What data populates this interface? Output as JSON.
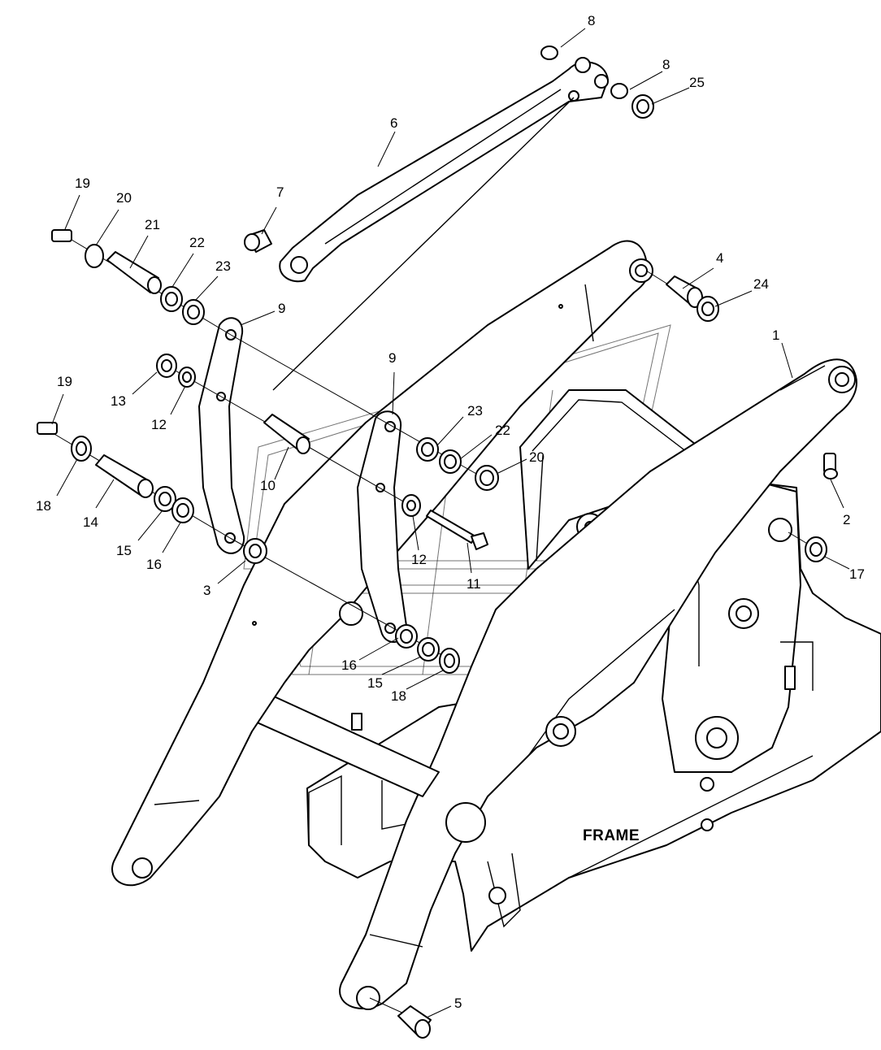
{
  "diagram": {
    "frame_label": "FRAME",
    "callouts": [
      {
        "id": "c8a",
        "text": "8"
      },
      {
        "id": "c8b",
        "text": "8"
      },
      {
        "id": "c25",
        "text": "25"
      },
      {
        "id": "c6",
        "text": "6"
      },
      {
        "id": "c7",
        "text": "7"
      },
      {
        "id": "c19a",
        "text": "19"
      },
      {
        "id": "c20a",
        "text": "20"
      },
      {
        "id": "c21",
        "text": "21"
      },
      {
        "id": "c22a",
        "text": "22"
      },
      {
        "id": "c23a",
        "text": "23"
      },
      {
        "id": "c4",
        "text": "4"
      },
      {
        "id": "c24",
        "text": "24"
      },
      {
        "id": "c9a",
        "text": "9"
      },
      {
        "id": "c9b",
        "text": "9"
      },
      {
        "id": "c1",
        "text": "1"
      },
      {
        "id": "c13",
        "text": "13"
      },
      {
        "id": "c12a",
        "text": "12"
      },
      {
        "id": "c23b",
        "text": "23"
      },
      {
        "id": "c22b",
        "text": "22"
      },
      {
        "id": "c20b",
        "text": "20"
      },
      {
        "id": "c19b",
        "text": "19"
      },
      {
        "id": "c18a",
        "text": "18"
      },
      {
        "id": "c14",
        "text": "14"
      },
      {
        "id": "c10",
        "text": "10"
      },
      {
        "id": "c15a",
        "text": "15"
      },
      {
        "id": "c16a",
        "text": "16"
      },
      {
        "id": "c12b",
        "text": "12"
      },
      {
        "id": "c11",
        "text": "11"
      },
      {
        "id": "c2",
        "text": "2"
      },
      {
        "id": "c17",
        "text": "17"
      },
      {
        "id": "c3",
        "text": "3"
      },
      {
        "id": "c16b",
        "text": "16"
      },
      {
        "id": "c15b",
        "text": "15"
      },
      {
        "id": "c18b",
        "text": "18"
      },
      {
        "id": "c5",
        "text": "5"
      }
    ]
  }
}
